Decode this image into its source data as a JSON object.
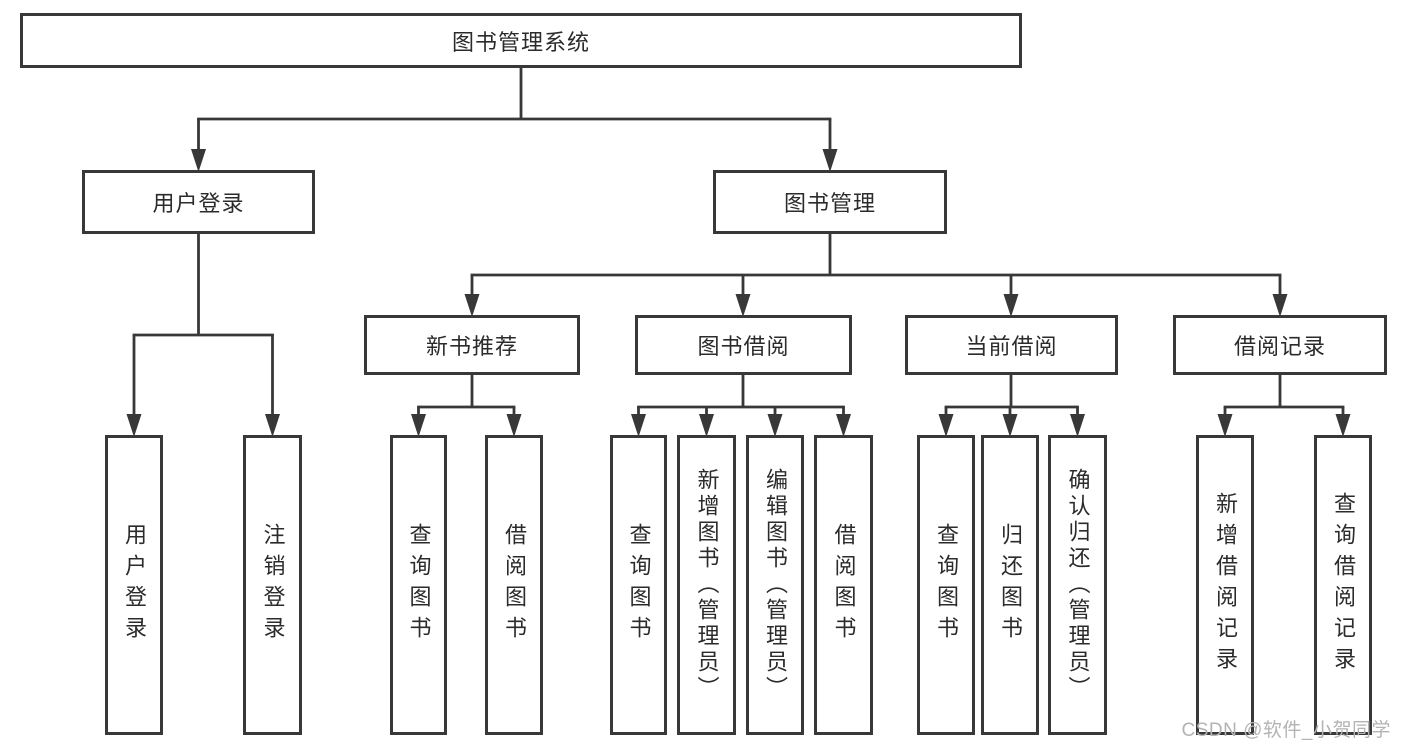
{
  "diagram_title": "图书管理系统",
  "tree": {
    "label": "图书管理系统",
    "children": [
      {
        "label": "用户登录",
        "children": [
          {
            "label": "用户登录"
          },
          {
            "label": "注销登录"
          }
        ]
      },
      {
        "label": "图书管理",
        "children": [
          {
            "label": "新书推荐",
            "children": [
              {
                "label": "查询图书"
              },
              {
                "label": "借阅图书"
              }
            ]
          },
          {
            "label": "图书借阅",
            "children": [
              {
                "label": "查询图书"
              },
              {
                "label": "新增图书（管理员）"
              },
              {
                "label": "编辑图书（管理员）"
              },
              {
                "label": "借阅图书"
              }
            ]
          },
          {
            "label": "当前借阅",
            "children": [
              {
                "label": "查询图书"
              },
              {
                "label": "归还图书"
              },
              {
                "label": "确认归还（管理员）"
              }
            ]
          },
          {
            "label": "借阅记录",
            "children": [
              {
                "label": "新增借阅记录"
              },
              {
                "label": "查询借阅记录"
              }
            ]
          }
        ]
      }
    ]
  },
  "watermark": {
    "text": "CSDN @软件_小贺同学"
  },
  "colors": {
    "line": "#383838",
    "box_border": "#383838",
    "text": "#2b2b2b",
    "watermark": "#b3b3b3",
    "background": "#ffffff"
  }
}
